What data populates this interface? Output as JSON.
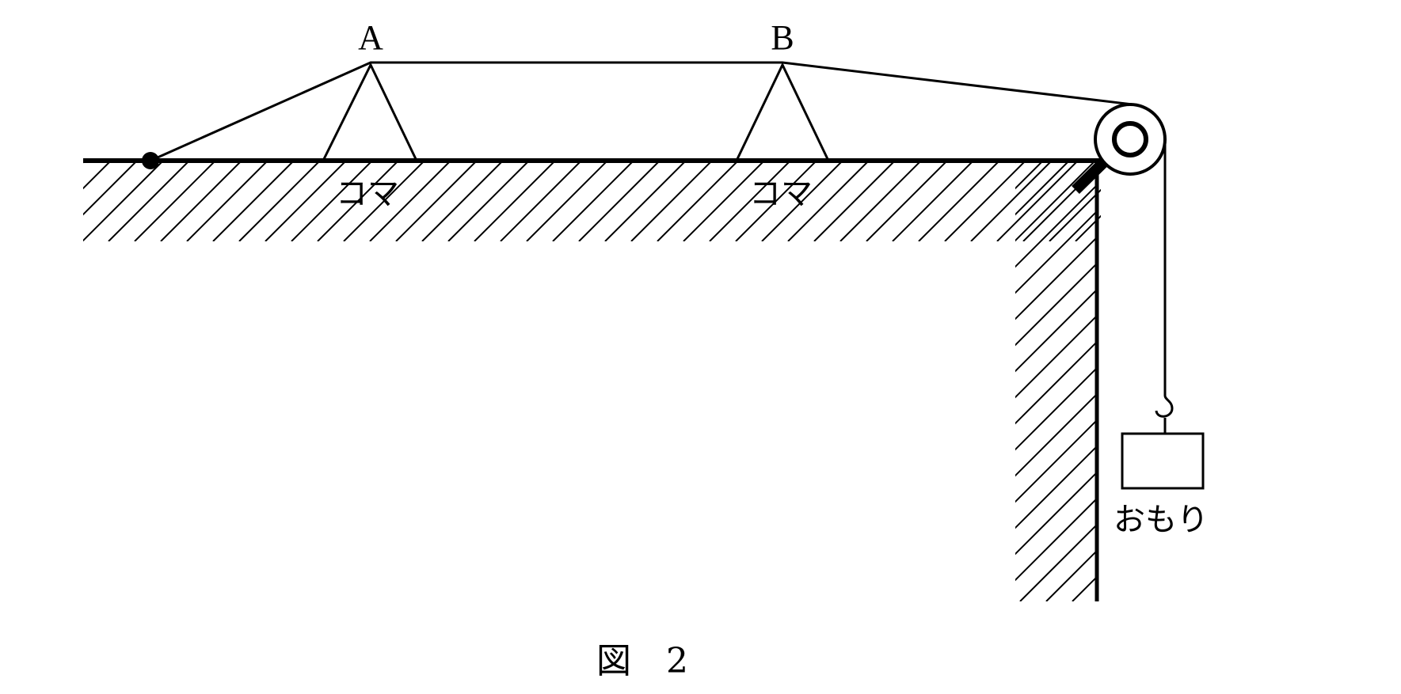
{
  "figure": {
    "caption": "図　2"
  },
  "labels": {
    "bridge_a": "A",
    "bridge_b": "B",
    "bridge_a_caption": "コマ",
    "bridge_b_caption": "コマ",
    "weight": "おもり"
  },
  "colors": {
    "ink": "#000000",
    "background": "#ffffff"
  }
}
